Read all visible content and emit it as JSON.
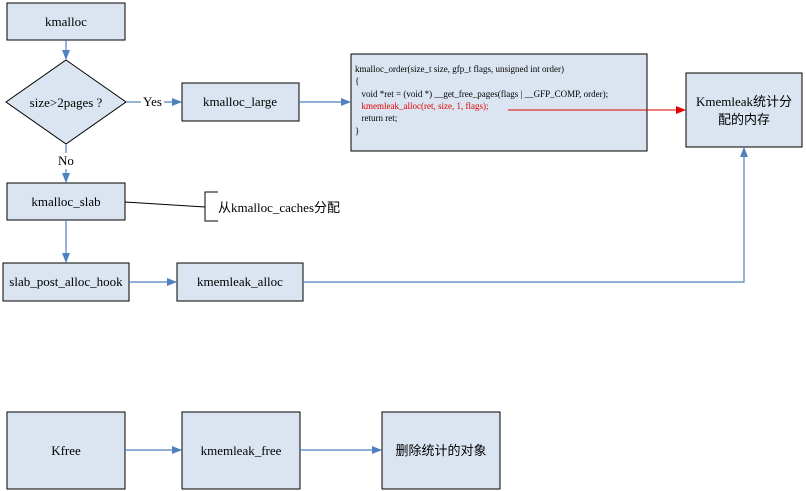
{
  "nodes": {
    "kmalloc": "kmalloc",
    "decision": "size>2pages ?",
    "kmalloc_large": "kmalloc_large",
    "kmalloc_slab": "kmalloc_slab",
    "slab_post_alloc_hook": "slab_post_alloc_hook",
    "kmemleak_alloc": "kmemleak_alloc",
    "kmemleak_stats": [
      "Kmemleak统计分",
      "配的内存"
    ],
    "kfree": "Kfree",
    "kmemleak_free": "kmemleak_free",
    "delete_stats": "删除统计的对象"
  },
  "edge_labels": {
    "yes": "Yes",
    "no": "No"
  },
  "annotation": "从kmalloc_caches分配",
  "code_block": {
    "lines": [
      "kmalloc_order(size_t size, gfp_t flags, unsigned int order)",
      "{",
      "  void *ret = (void *) __get_free_pages(flags | __GFP_COMP, order);",
      "  kmemleak_alloc(ret, size, 1, flags);",
      "  return ret;",
      "}"
    ],
    "highlight_line": 3,
    "highlight_color": "#e00000"
  },
  "colors": {
    "box_fill": "#dbe5f1",
    "arrow": "#4f81bd",
    "highlight": "#e00000"
  }
}
